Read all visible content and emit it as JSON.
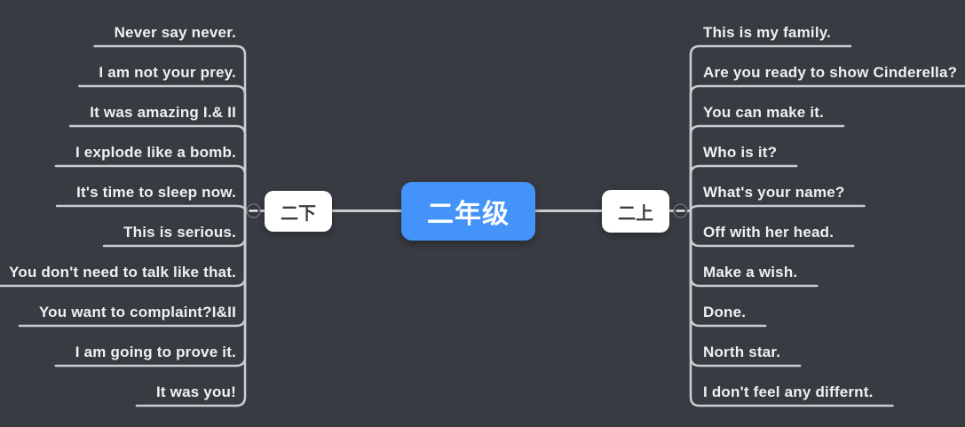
{
  "canvas": {
    "background": "#383c42",
    "line_color": "#c9cdd2",
    "collapse_icon_fill": "#34373d",
    "collapse_icon_glyph_color": "#e9ebee"
  },
  "root": {
    "label": "二年级",
    "fill": "#4493f8",
    "text_color": "#ffffff"
  },
  "branches": [
    {
      "label": "二下",
      "side": "left",
      "collapse_icon": "minus-icon",
      "children": [
        "Never say never.",
        "I am not your prey.",
        "It was amazing I.& II",
        "I explode like a bomb.",
        "It's time to sleep now.",
        "This is serious.",
        "You don't need to talk like that.",
        "You want to complaint?I&II",
        "I am going to prove it.",
        "It was you!"
      ]
    },
    {
      "label": "二上",
      "side": "right",
      "collapse_icon": "minus-icon",
      "children": [
        "This is my family.",
        "Are you ready to show Cinderella?",
        "You can make it.",
        "Who is it?",
        "What's your name?",
        "Off with her head.",
        "Make a wish.",
        "Done.",
        "North star.",
        "I don't feel any differnt."
      ]
    }
  ]
}
